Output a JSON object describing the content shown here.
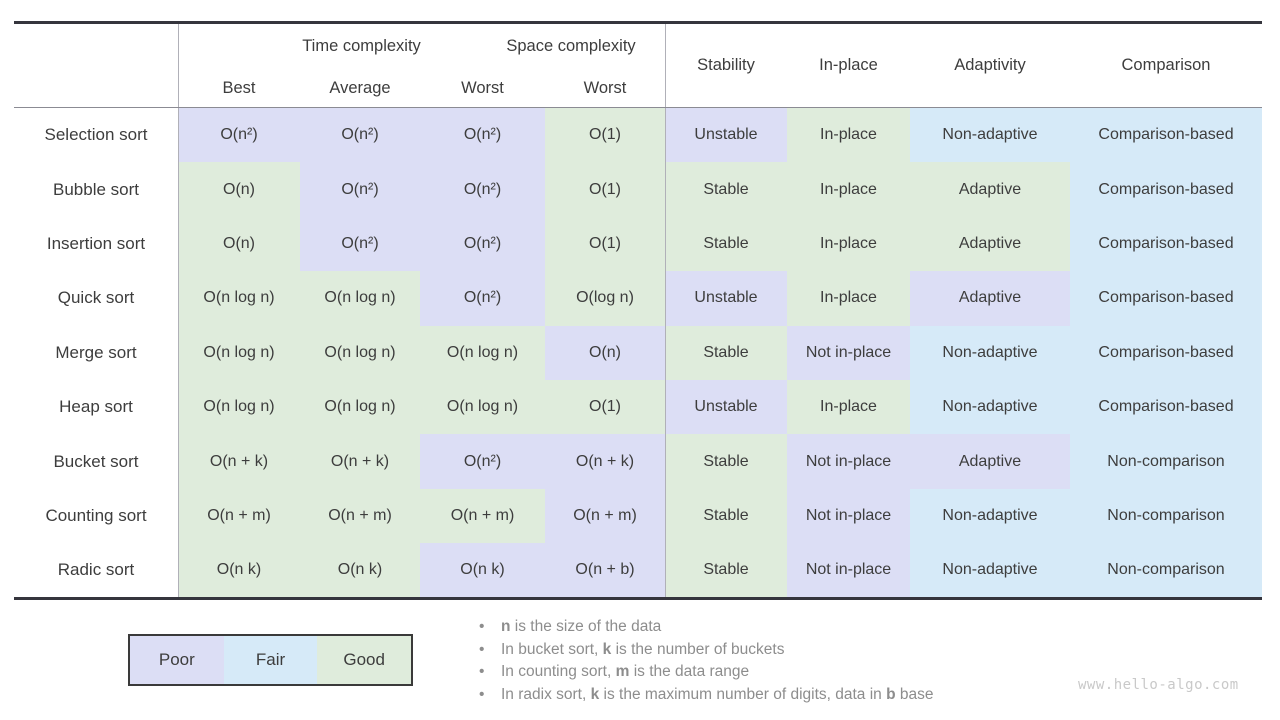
{
  "watermark": {
    "text": "www.hello-algo.com",
    "color": "#c9c9c9"
  },
  "legend": {
    "items": [
      {
        "label": "Poor",
        "rating": "poor"
      },
      {
        "label": "Fair",
        "rating": "fair"
      },
      {
        "label": "Good",
        "rating": "good"
      }
    ]
  },
  "notes": [
    {
      "segments": [
        {
          "text": "n",
          "bold": true
        },
        {
          "text": " is the size of the data",
          "bold": false
        }
      ]
    },
    {
      "segments": [
        {
          "text": "In bucket sort, ",
          "bold": false
        },
        {
          "text": "k",
          "bold": true
        },
        {
          "text": " is the number of buckets",
          "bold": false
        }
      ]
    },
    {
      "segments": [
        {
          "text": "In counting sort, ",
          "bold": false
        },
        {
          "text": "m",
          "bold": true
        },
        {
          "text": " is the data range",
          "bold": false
        }
      ]
    },
    {
      "segments": [
        {
          "text": "In radix sort, ",
          "bold": false
        },
        {
          "text": "k",
          "bold": true
        },
        {
          "text": " is the maximum number of digits, data in ",
          "bold": false
        },
        {
          "text": "b",
          "bold": true
        },
        {
          "text": " base",
          "bold": false
        }
      ]
    }
  ],
  "chart_data": {
    "type": "table",
    "palette": {
      "poor": "#dcdef5",
      "fair": "#d6eaf8",
      "good": "#dfecdc"
    },
    "column_groups": {
      "time": "Time complexity",
      "space": "Space complexity"
    },
    "sub_headers": [
      "Best",
      "Average",
      "Worst",
      "Worst"
    ],
    "attribute_headers": [
      "Stability",
      "In-place",
      "Adaptivity",
      "Comparison"
    ],
    "rows": [
      {
        "label": "Selection sort",
        "cells": [
          {
            "text": "O(n²)",
            "rating": "poor"
          },
          {
            "text": "O(n²)",
            "rating": "poor"
          },
          {
            "text": "O(n²)",
            "rating": "poor"
          },
          {
            "text": "O(1)",
            "rating": "good"
          },
          {
            "text": "Unstable",
            "rating": "poor"
          },
          {
            "text": "In-place",
            "rating": "good"
          },
          {
            "text": "Non-adaptive",
            "rating": "fair"
          },
          {
            "text": "Comparison-based",
            "rating": "fair"
          }
        ]
      },
      {
        "label": "Bubble sort",
        "cells": [
          {
            "text": "O(n)",
            "rating": "good"
          },
          {
            "text": "O(n²)",
            "rating": "poor"
          },
          {
            "text": "O(n²)",
            "rating": "poor"
          },
          {
            "text": "O(1)",
            "rating": "good"
          },
          {
            "text": "Stable",
            "rating": "good"
          },
          {
            "text": "In-place",
            "rating": "good"
          },
          {
            "text": "Adaptive",
            "rating": "good"
          },
          {
            "text": "Comparison-based",
            "rating": "fair"
          }
        ]
      },
      {
        "label": "Insertion sort",
        "cells": [
          {
            "text": "O(n)",
            "rating": "good"
          },
          {
            "text": "O(n²)",
            "rating": "poor"
          },
          {
            "text": "O(n²)",
            "rating": "poor"
          },
          {
            "text": "O(1)",
            "rating": "good"
          },
          {
            "text": "Stable",
            "rating": "good"
          },
          {
            "text": "In-place",
            "rating": "good"
          },
          {
            "text": "Adaptive",
            "rating": "good"
          },
          {
            "text": "Comparison-based",
            "rating": "fair"
          }
        ]
      },
      {
        "label": "Quick sort",
        "cells": [
          {
            "text": "O(n log n)",
            "rating": "good"
          },
          {
            "text": "O(n log n)",
            "rating": "good"
          },
          {
            "text": "O(n²)",
            "rating": "poor"
          },
          {
            "text": "O(log n)",
            "rating": "good"
          },
          {
            "text": "Unstable",
            "rating": "poor"
          },
          {
            "text": "In-place",
            "rating": "good"
          },
          {
            "text": "Adaptive",
            "rating": "poor"
          },
          {
            "text": "Comparison-based",
            "rating": "fair"
          }
        ]
      },
      {
        "label": "Merge sort",
        "cells": [
          {
            "text": "O(n log n)",
            "rating": "good"
          },
          {
            "text": "O(n log n)",
            "rating": "good"
          },
          {
            "text": "O(n log n)",
            "rating": "good"
          },
          {
            "text": "O(n)",
            "rating": "poor"
          },
          {
            "text": "Stable",
            "rating": "good"
          },
          {
            "text": "Not in-place",
            "rating": "poor"
          },
          {
            "text": "Non-adaptive",
            "rating": "fair"
          },
          {
            "text": "Comparison-based",
            "rating": "fair"
          }
        ]
      },
      {
        "label": "Heap sort",
        "cells": [
          {
            "text": "O(n log n)",
            "rating": "good"
          },
          {
            "text": "O(n log n)",
            "rating": "good"
          },
          {
            "text": "O(n log n)",
            "rating": "good"
          },
          {
            "text": "O(1)",
            "rating": "good"
          },
          {
            "text": "Unstable",
            "rating": "poor"
          },
          {
            "text": "In-place",
            "rating": "good"
          },
          {
            "text": "Non-adaptive",
            "rating": "fair"
          },
          {
            "text": "Comparison-based",
            "rating": "fair"
          }
        ]
      },
      {
        "label": "Bucket sort",
        "cells": [
          {
            "text": "O(n + k)",
            "rating": "good"
          },
          {
            "text": "O(n + k)",
            "rating": "good"
          },
          {
            "text": "O(n²)",
            "rating": "poor"
          },
          {
            "text": "O(n + k)",
            "rating": "poor"
          },
          {
            "text": "Stable",
            "rating": "good"
          },
          {
            "text": "Not in-place",
            "rating": "poor"
          },
          {
            "text": "Adaptive",
            "rating": "poor"
          },
          {
            "text": "Non-comparison",
            "rating": "fair"
          }
        ]
      },
      {
        "label": "Counting sort",
        "cells": [
          {
            "text": "O(n + m)",
            "rating": "good"
          },
          {
            "text": "O(n + m)",
            "rating": "good"
          },
          {
            "text": "O(n + m)",
            "rating": "good"
          },
          {
            "text": "O(n + m)",
            "rating": "poor"
          },
          {
            "text": "Stable",
            "rating": "good"
          },
          {
            "text": "Not in-place",
            "rating": "poor"
          },
          {
            "text": "Non-adaptive",
            "rating": "fair"
          },
          {
            "text": "Non-comparison",
            "rating": "fair"
          }
        ]
      },
      {
        "label": "Radic sort",
        "cells": [
          {
            "text": "O(n k)",
            "rating": "good"
          },
          {
            "text": "O(n k)",
            "rating": "good"
          },
          {
            "text": "O(n k)",
            "rating": "poor"
          },
          {
            "text": "O(n + b)",
            "rating": "poor"
          },
          {
            "text": "Stable",
            "rating": "good"
          },
          {
            "text": "Not in-place",
            "rating": "poor"
          },
          {
            "text": "Non-adaptive",
            "rating": "fair"
          },
          {
            "text": "Non-comparison",
            "rating": "fair"
          }
        ]
      }
    ]
  }
}
